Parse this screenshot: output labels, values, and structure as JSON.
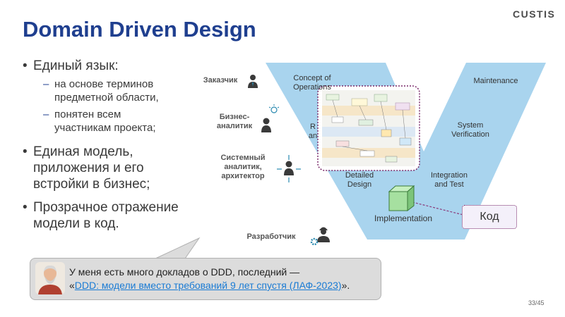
{
  "slide": {
    "title": "Domain Driven Design",
    "logo": "CUSTIS",
    "page": "33/45"
  },
  "bullets": [
    {
      "text": "Единый язык:",
      "sub": [
        {
          "lines": [
            "на основе терминов",
            "предметной области,"
          ]
        },
        {
          "lines": [
            "понятен всем",
            "участникам проекта;"
          ]
        }
      ]
    },
    {
      "lines": [
        "Единая модель,",
        "приложения и его",
        "встройки в бизнес;"
      ]
    },
    {
      "lines": [
        "Прозрачное отражение",
        "модели в код."
      ]
    }
  ],
  "roles": {
    "customer": "Заказчик",
    "analyst": [
      "Бизнес-",
      "аналитик"
    ],
    "architect": [
      "Системный",
      "аналитик,",
      "архитектор"
    ],
    "developer": "Разработчик"
  },
  "vmodel": {
    "concept": [
      "Concept of",
      "Operations"
    ],
    "requirements": [
      "R",
      "an"
    ],
    "detailed": [
      "Detailed",
      "Design"
    ],
    "implementation": "Implementation",
    "integration": [
      "Integration",
      "and Test"
    ],
    "verification": [
      "System",
      "Verification"
    ],
    "maintenance": "Maintenance",
    "code_label": "Код",
    "v_color": "#a9d4ee"
  },
  "callout": {
    "text": "У меня есть много докладов о DDD, последний —",
    "quote_open": "«",
    "link": "DDD: модели вместо требований 9 лет спустя (ЛАФ-2023)",
    "quote_close": "».",
    "box_color": "#dcdcdc"
  },
  "colors": {
    "title": "#1f3f8f",
    "accent_green": "#a6e0a0",
    "person": "#3a3a3a"
  }
}
